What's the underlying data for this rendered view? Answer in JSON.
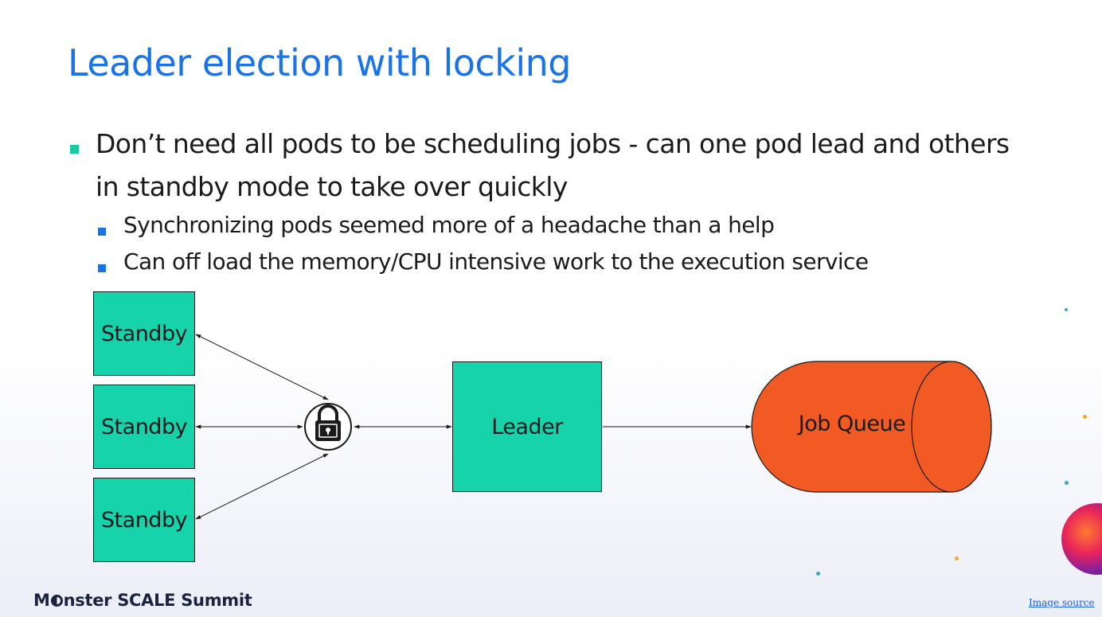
{
  "slide": {
    "title": "Leader election with locking",
    "bullets": {
      "main": "Don’t need all pods to be scheduling jobs - can one pod lead and others in standby mode to take over quickly",
      "sub": [
        "Synchronizing pods seemed more of a headache than a help",
        "Can off load the memory/CPU intensive work to the execution service"
      ]
    },
    "diagram": {
      "standby_nodes": [
        "Standby",
        "Standby",
        "Standby"
      ],
      "lock_icon": "padlock-icon",
      "leader": "Leader",
      "queue": "Job Queue",
      "colors": {
        "node_fill": "#16d3ac",
        "queue_fill": "#f15a22",
        "title": "#1a73e8"
      }
    },
    "footer": {
      "brand_prefix": "M",
      "brand_suffix": "nster SCALE Summit",
      "image_source": "Image source"
    }
  }
}
